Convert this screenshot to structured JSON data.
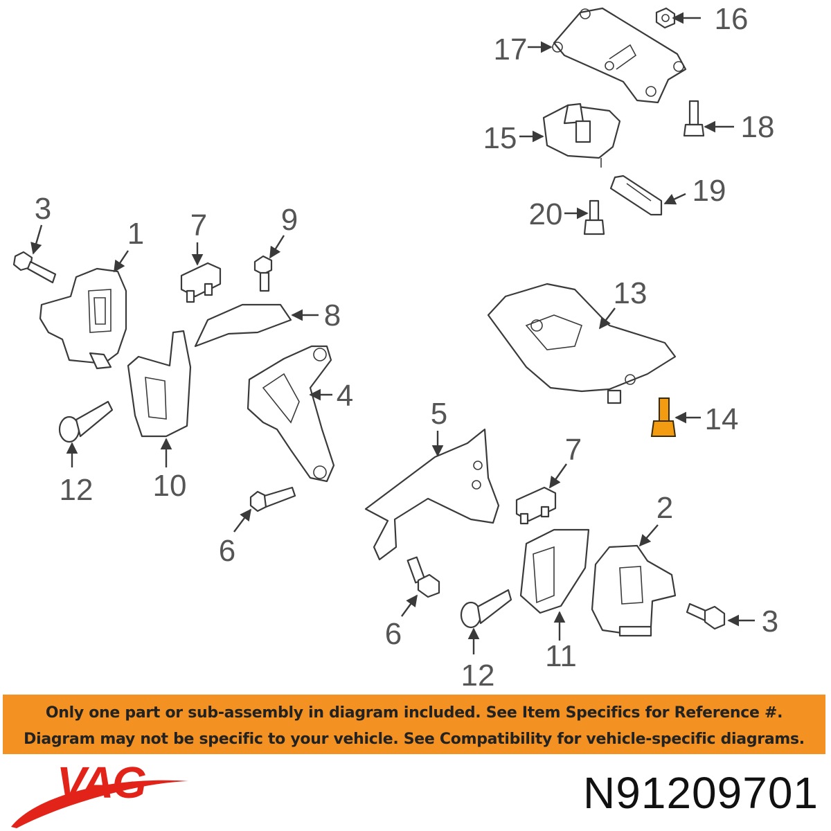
{
  "diagram": {
    "callouts": [
      "1",
      "2",
      "3",
      "3",
      "4",
      "5",
      "6",
      "6",
      "7",
      "7",
      "8",
      "9",
      "10",
      "11",
      "12",
      "12",
      "13",
      "14",
      "15",
      "16",
      "17",
      "18",
      "19",
      "20"
    ],
    "highlighted_part": "14",
    "highlight_color": "#f39c12"
  },
  "banner": {
    "line1": "Only one part or sub-assembly in diagram included. See Item Specifics for Reference #.",
    "line2": "Diagram may not be specific to your vehicle. See Compatibility for vehicle-specific diagrams.",
    "background": "#f39222"
  },
  "brand": {
    "logo_text": "VAG",
    "logo_color": "#e2231a"
  },
  "part_number": "N91209701"
}
